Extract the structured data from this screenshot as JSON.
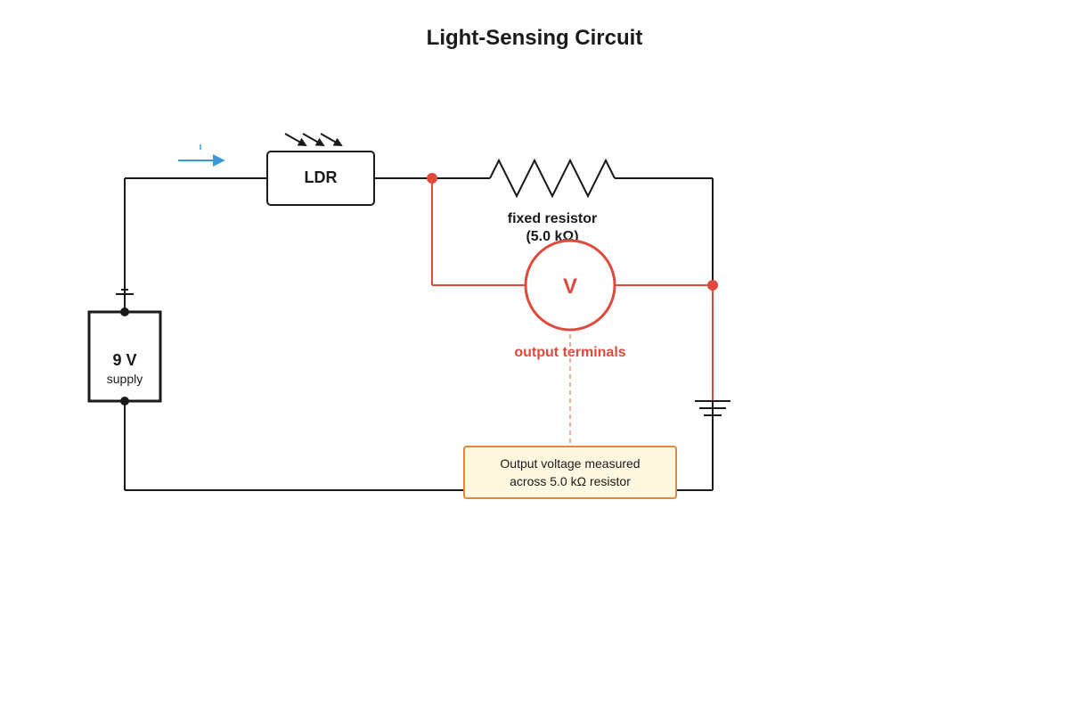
{
  "title": "Light-Sensing Circuit",
  "components": {
    "ldr_label": "LDR",
    "resistor_label_line1": "fixed resistor",
    "resistor_label_line2": "(5.0 kΩ)",
    "supply_voltage": "9 V",
    "supply_label": "supply",
    "voltmeter_symbol": "V",
    "output_label": "output terminals"
  },
  "note": {
    "line1": "Output voltage measured",
    "line2": "across 5.0 kΩ resistor"
  },
  "colors": {
    "wire": "#1a1a1a",
    "measurement": "#e04a3c",
    "current_arrow": "#3a9ad9",
    "note_border": "#e0893a",
    "note_fill": "#fff8e1"
  }
}
